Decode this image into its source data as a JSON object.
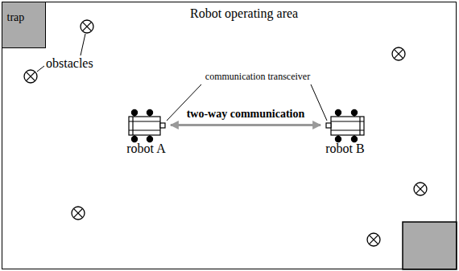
{
  "diagram": {
    "nodes": [
      {
        "text": [
          "Robot operating area"
        ]
      },
      {
        "text": [
          "trap"
        ],
        "in": 0
      },
      {
        "text": [
          "robot A"
        ],
        "in": 0
      },
      {
        "text": [
          "robot B"
        ],
        "in": 0
      }
    ],
    "edges": [
      {
        "from": 2,
        "to": 3,
        "label": "two-way communication",
        "arrow": "both"
      }
    ],
    "labels": [
      "obstacles",
      "communication transceiver"
    ]
  }
}
